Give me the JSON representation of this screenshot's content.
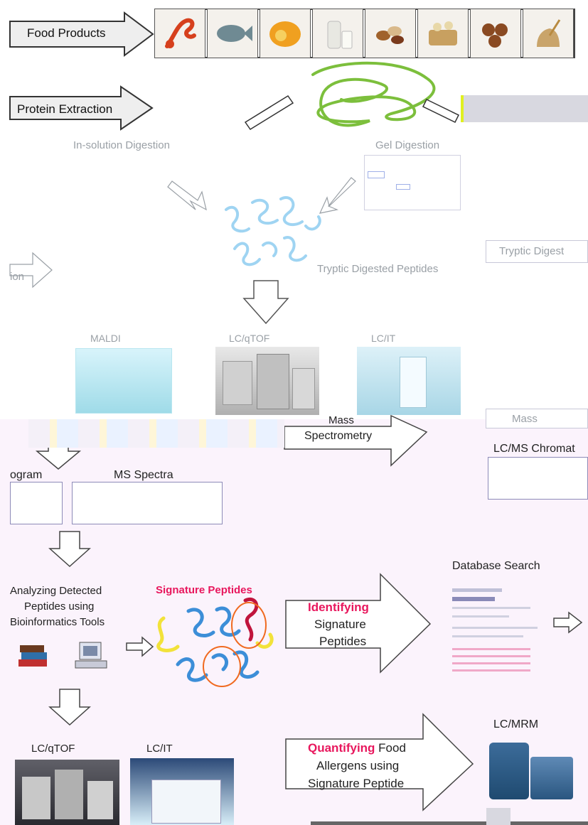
{
  "labels": {
    "food_products": "Food Products",
    "protein_extraction": "Protein Extraction",
    "in_solution_digestion": "In-solution Digestion",
    "gel_digestion": "Gel Digestion",
    "tryptic_digested_peptides": "Tryptic Digested Peptides",
    "tryptic_digest_right": "Tryptic Digest",
    "ion_partial": "ion",
    "maldi": "MALDI",
    "lc_qtof_top": "LC/qTOF",
    "lc_it_top": "LC/IT",
    "mass_partial": "Mass",
    "mass_spectrometry_line1": "Mass",
    "mass_spectrometry_line2": "Spectrometry",
    "lcms_chromat": "LC/MS Chromat",
    "gram_partial": "ogram",
    "ms_spectra": "MS Spectra",
    "analyzing_line1": "Analyzing Detected",
    "analyzing_line2": "Peptides using",
    "analyzing_line3": "Bioinformatics Tools",
    "signature_peptides": "Signature Peptides",
    "identifying_word": "Identifying",
    "identifying_line2": "Signature",
    "identifying_line3": "Peptides",
    "database_search": "Database Search",
    "lc_qtof_bottom": "LC/qTOF",
    "lc_it_bottom": "LC/IT",
    "quantifying_word": "Quantifying",
    "quantifying_tail": " Food",
    "quantifying_line2": "Allergens using",
    "quantifying_line3": "Signature Peptide",
    "lc_mrm": "LC/MRM"
  },
  "food_items": [
    {
      "icon": "lobster-icon",
      "color": "#d6401d"
    },
    {
      "icon": "fish-icon",
      "color": "#6f8a93"
    },
    {
      "icon": "egg-icon",
      "color": "#f0a020"
    },
    {
      "icon": "milk-icon",
      "color": "#e8e8e2"
    },
    {
      "icon": "nuts-icon",
      "color": "#a0622c"
    },
    {
      "icon": "soy-icon",
      "color": "#c8a060"
    },
    {
      "icon": "hazelnut-icon",
      "color": "#8a4a22"
    },
    {
      "icon": "wheat-icon",
      "color": "#c9a46a"
    }
  ],
  "colors": {
    "accent_red": "#e8175d",
    "protein_green": "#7cbf3c",
    "peptide_blue": "#3c8ed8",
    "peptide_yellow": "#f2e23a",
    "peptide_orange": "#f06a20",
    "bottom_background": "#fbf3fc"
  }
}
